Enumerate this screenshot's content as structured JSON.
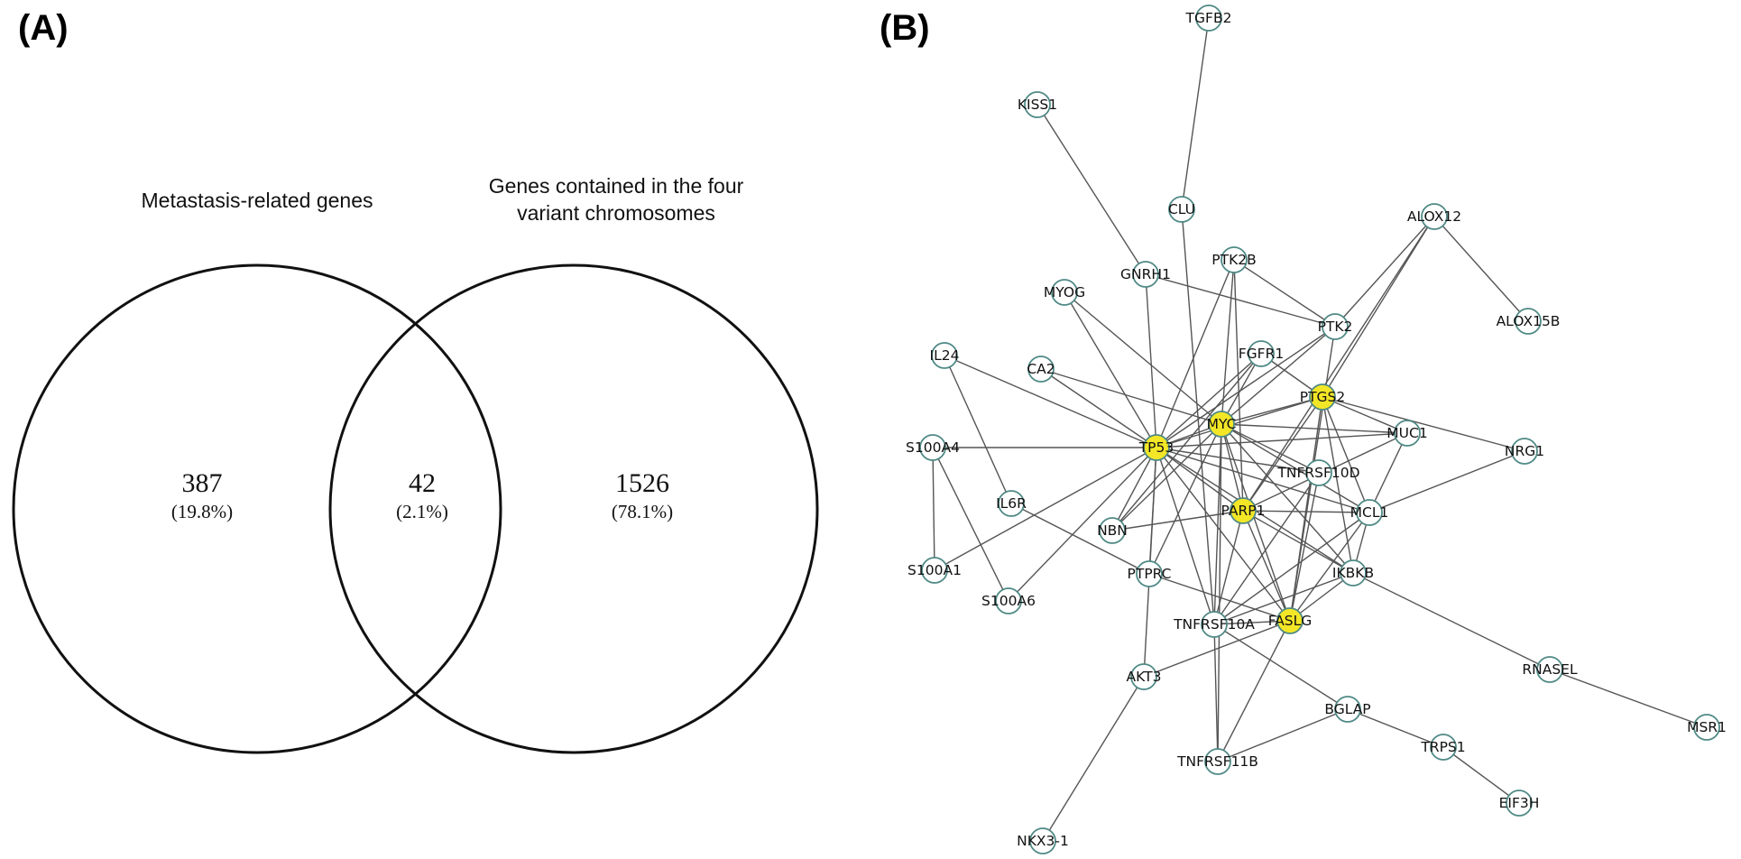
{
  "panel_a": {
    "label": "(A)",
    "left_set": {
      "title": "Metastasis-related genes",
      "count": "387",
      "percent": "(19.8%)"
    },
    "intersection": {
      "count": "42",
      "percent": "(2.1%)"
    },
    "right_set": {
      "title_line1": "Genes contained in the four",
      "title_line2": "variant chromosomes",
      "count": "1526",
      "percent": "(78.1%)"
    }
  },
  "panel_b": {
    "label": "(B)",
    "highlight_color": "#f2e627",
    "node_color": "#ffffff",
    "nodes": [
      {
        "id": "TGFB2",
        "label": "TGFB2",
        "highlight": false
      },
      {
        "id": "KISS1",
        "label": "KISS1",
        "highlight": false
      },
      {
        "id": "CLU",
        "label": "CLU",
        "highlight": false
      },
      {
        "id": "ALOX12",
        "label": "ALOX12",
        "highlight": false
      },
      {
        "id": "PTK2B",
        "label": "PTK2B",
        "highlight": false
      },
      {
        "id": "GNRH1",
        "label": "GNRH1",
        "highlight": false
      },
      {
        "id": "MYOG",
        "label": "MYOG",
        "highlight": false
      },
      {
        "id": "PTK2",
        "label": "PTK2",
        "highlight": false
      },
      {
        "id": "ALOX15B",
        "label": "ALOX15B",
        "highlight": false
      },
      {
        "id": "IL24",
        "label": "IL24",
        "highlight": false
      },
      {
        "id": "FGFR1",
        "label": "FGFR1",
        "highlight": false
      },
      {
        "id": "CA2",
        "label": "CA2",
        "highlight": false
      },
      {
        "id": "PTGS2",
        "label": "PTGS2",
        "highlight": true
      },
      {
        "id": "MYC",
        "label": "MYC",
        "highlight": true
      },
      {
        "id": "MUC1",
        "label": "MUC1",
        "highlight": false
      },
      {
        "id": "TP53",
        "label": "TP53",
        "highlight": true
      },
      {
        "id": "S100A4",
        "label": "S100A4",
        "highlight": false
      },
      {
        "id": "NRG1",
        "label": "NRG1",
        "highlight": false
      },
      {
        "id": "TNFRSF10D",
        "label": "TNFRSF10D",
        "highlight": false
      },
      {
        "id": "IL6R",
        "label": "IL6R",
        "highlight": false
      },
      {
        "id": "PARP1",
        "label": "PARP1",
        "highlight": true
      },
      {
        "id": "MCL1",
        "label": "MCL1",
        "highlight": false
      },
      {
        "id": "NBN",
        "label": "NBN",
        "highlight": false
      },
      {
        "id": "S100A1",
        "label": "S100A1",
        "highlight": false
      },
      {
        "id": "PTPRC",
        "label": "PTPRC",
        "highlight": false
      },
      {
        "id": "IKBKB",
        "label": "IKBKB",
        "highlight": false
      },
      {
        "id": "S100A6",
        "label": "S100A6",
        "highlight": false
      },
      {
        "id": "FASLG",
        "label": "FASLG",
        "highlight": true
      },
      {
        "id": "TNFRSF10A",
        "label": "TNFRSF10A",
        "highlight": false
      },
      {
        "id": "AKT3",
        "label": "AKT3",
        "highlight": false
      },
      {
        "id": "RNASEL",
        "label": "RNASEL",
        "highlight": false
      },
      {
        "id": "BGLAP",
        "label": "BGLAP",
        "highlight": false
      },
      {
        "id": "MSR1",
        "label": "MSR1",
        "highlight": false
      },
      {
        "id": "TRPS1",
        "label": "TRPS1",
        "highlight": false
      },
      {
        "id": "TNFRSF11B",
        "label": "TNFRSF11B",
        "highlight": false
      },
      {
        "id": "EIF3H",
        "label": "EIF3H",
        "highlight": false
      },
      {
        "id": "NKX3-1",
        "label": "NKX3-1",
        "highlight": false
      }
    ],
    "edges": [
      [
        "TGFB2",
        "CLU"
      ],
      [
        "CLU",
        "TNFRSF10A"
      ],
      [
        "KISS1",
        "GNRH1"
      ],
      [
        "GNRH1",
        "PTK2"
      ],
      [
        "GNRH1",
        "TP53"
      ],
      [
        "ALOX12",
        "PTK2"
      ],
      [
        "ALOX12",
        "PTGS2"
      ],
      [
        "ALOX12",
        "ALOX15B"
      ],
      [
        "ALOX12",
        "PARP1"
      ],
      [
        "PTK2B",
        "PTK2"
      ],
      [
        "PTK2B",
        "MYC"
      ],
      [
        "PTK2B",
        "TP53"
      ],
      [
        "PTK2B",
        "PARP1"
      ],
      [
        "MYOG",
        "MYC"
      ],
      [
        "MYOG",
        "TP53"
      ],
      [
        "PTK2",
        "TP53"
      ],
      [
        "PTK2",
        "MYC"
      ],
      [
        "PTK2",
        "FASLG"
      ],
      [
        "IL24",
        "IL6R"
      ],
      [
        "IL24",
        "TP53"
      ],
      [
        "FGFR1",
        "TP53"
      ],
      [
        "FGFR1",
        "MYC"
      ],
      [
        "FGFR1",
        "PTGS2"
      ],
      [
        "FGFR1",
        "NBN"
      ],
      [
        "CA2",
        "TP53"
      ],
      [
        "CA2",
        "MYC"
      ],
      [
        "PTGS2",
        "MYC"
      ],
      [
        "PTGS2",
        "TP53"
      ],
      [
        "PTGS2",
        "MUC1"
      ],
      [
        "PTGS2",
        "NRG1"
      ],
      [
        "PTGS2",
        "MCL1"
      ],
      [
        "PTGS2",
        "PARP1"
      ],
      [
        "PTGS2",
        "IKBKB"
      ],
      [
        "PTGS2",
        "FASLG"
      ],
      [
        "MYC",
        "TP53"
      ],
      [
        "MYC",
        "MUC1"
      ],
      [
        "MYC",
        "PARP1"
      ],
      [
        "MYC",
        "MCL1"
      ],
      [
        "MYC",
        "IKBKB"
      ],
      [
        "MYC",
        "FASLG"
      ],
      [
        "MYC",
        "NBN"
      ],
      [
        "MYC",
        "TNFRSF10D"
      ],
      [
        "MYC",
        "TNFRSF10A"
      ],
      [
        "MYC",
        "PTPRC"
      ],
      [
        "MYC",
        "TNFRSF11B"
      ],
      [
        "TP53",
        "S100A4"
      ],
      [
        "TP53",
        "PARP1"
      ],
      [
        "TP53",
        "MCL1"
      ],
      [
        "TP53",
        "IKBKB"
      ],
      [
        "TP53",
        "FASLG"
      ],
      [
        "TP53",
        "NBN"
      ],
      [
        "TP53",
        "PTPRC"
      ],
      [
        "TP53",
        "TNFRSF10A"
      ],
      [
        "TP53",
        "TNFRSF10D"
      ],
      [
        "TP53",
        "S100A1"
      ],
      [
        "TP53",
        "S100A6"
      ],
      [
        "TP53",
        "AKT3"
      ],
      [
        "TP53",
        "MUC1"
      ],
      [
        "S100A4",
        "S100A1"
      ],
      [
        "S100A4",
        "S100A6"
      ],
      [
        "IL6R",
        "PTPRC"
      ],
      [
        "TNFRSF10D",
        "FASLG"
      ],
      [
        "TNFRSF10D",
        "TNFRSF10A"
      ],
      [
        "PARP1",
        "MCL1"
      ],
      [
        "PARP1",
        "NBN"
      ],
      [
        "PARP1",
        "FASLG"
      ],
      [
        "PARP1",
        "TNFRSF10A"
      ],
      [
        "PARP1",
        "IKBKB"
      ],
      [
        "PARP1",
        "MUC1"
      ],
      [
        "MCL1",
        "MUC1"
      ],
      [
        "MCL1",
        "NRG1"
      ],
      [
        "MCL1",
        "IKBKB"
      ],
      [
        "MCL1",
        "FASLG"
      ],
      [
        "MCL1",
        "TNFRSF10A"
      ],
      [
        "IKBKB",
        "FASLG"
      ],
      [
        "IKBKB",
        "RNASEL"
      ],
      [
        "IKBKB",
        "TNFRSF10A"
      ],
      [
        "PTPRC",
        "FASLG"
      ],
      [
        "FASLG",
        "TNFRSF10A"
      ],
      [
        "FASLG",
        "TNFRSF11B"
      ],
      [
        "FASLG",
        "AKT3"
      ],
      [
        "TNFRSF10A",
        "BGLAP"
      ],
      [
        "TNFRSF10A",
        "TNFRSF11B"
      ],
      [
        "BGLAP",
        "TNFRSF11B"
      ],
      [
        "BGLAP",
        "TRPS1"
      ],
      [
        "TRPS1",
        "EIF3H"
      ],
      [
        "RNASEL",
        "MSR1"
      ],
      [
        "AKT3",
        "NKX3-1"
      ]
    ]
  }
}
